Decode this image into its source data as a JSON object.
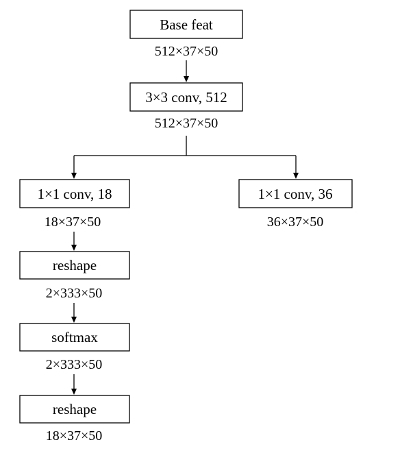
{
  "nodes": {
    "base_feat": {
      "label": "Base feat",
      "dims": "512×37×50"
    },
    "conv3x3": {
      "label": "3×3 conv, 512",
      "dims": "512×37×50"
    },
    "conv1x1_18": {
      "label": "1×1 conv, 18",
      "dims": "18×37×50"
    },
    "conv1x1_36": {
      "label": "1×1 conv, 36",
      "dims": "36×37×50"
    },
    "reshape_1": {
      "label": "reshape",
      "dims": "2×333×50"
    },
    "softmax": {
      "label": "softmax",
      "dims": "2×333×50"
    },
    "reshape_2": {
      "label": "reshape",
      "dims": "18×37×50"
    }
  }
}
